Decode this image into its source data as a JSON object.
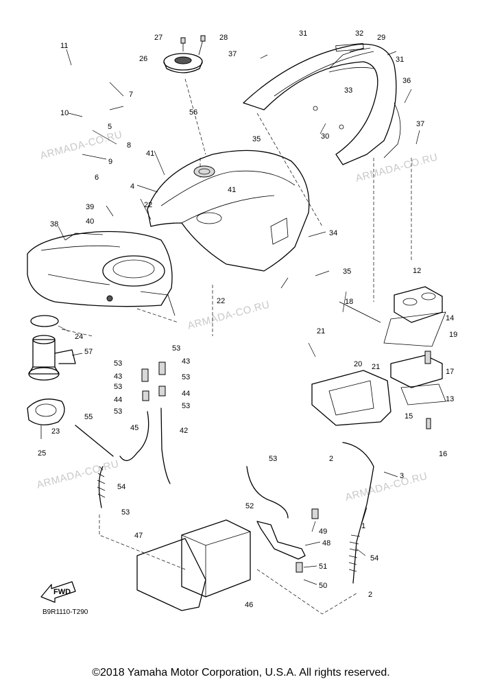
{
  "diagram": {
    "code": "B9R1110-T290",
    "copyright": "©2018 Yamaha Motor Corporation, U.S.A. All rights reserved.",
    "watermark": "ARMADA-CO.RU",
    "fwd_label": "FWD",
    "callouts": [
      "1",
      "2",
      "3",
      "4",
      "5",
      "6",
      "7",
      "8",
      "9",
      "10",
      "11",
      "12",
      "13",
      "14",
      "15",
      "16",
      "17",
      "18",
      "19",
      "20",
      "21",
      "22",
      "23",
      "24",
      "25",
      "26",
      "27",
      "28",
      "29",
      "30",
      "31",
      "32",
      "33",
      "34",
      "35",
      "36",
      "37",
      "38",
      "39",
      "40",
      "41",
      "42",
      "43",
      "44",
      "45",
      "46",
      "47",
      "48",
      "49",
      "50",
      "51",
      "52",
      "53",
      "54",
      "55",
      "56",
      "57"
    ]
  }
}
